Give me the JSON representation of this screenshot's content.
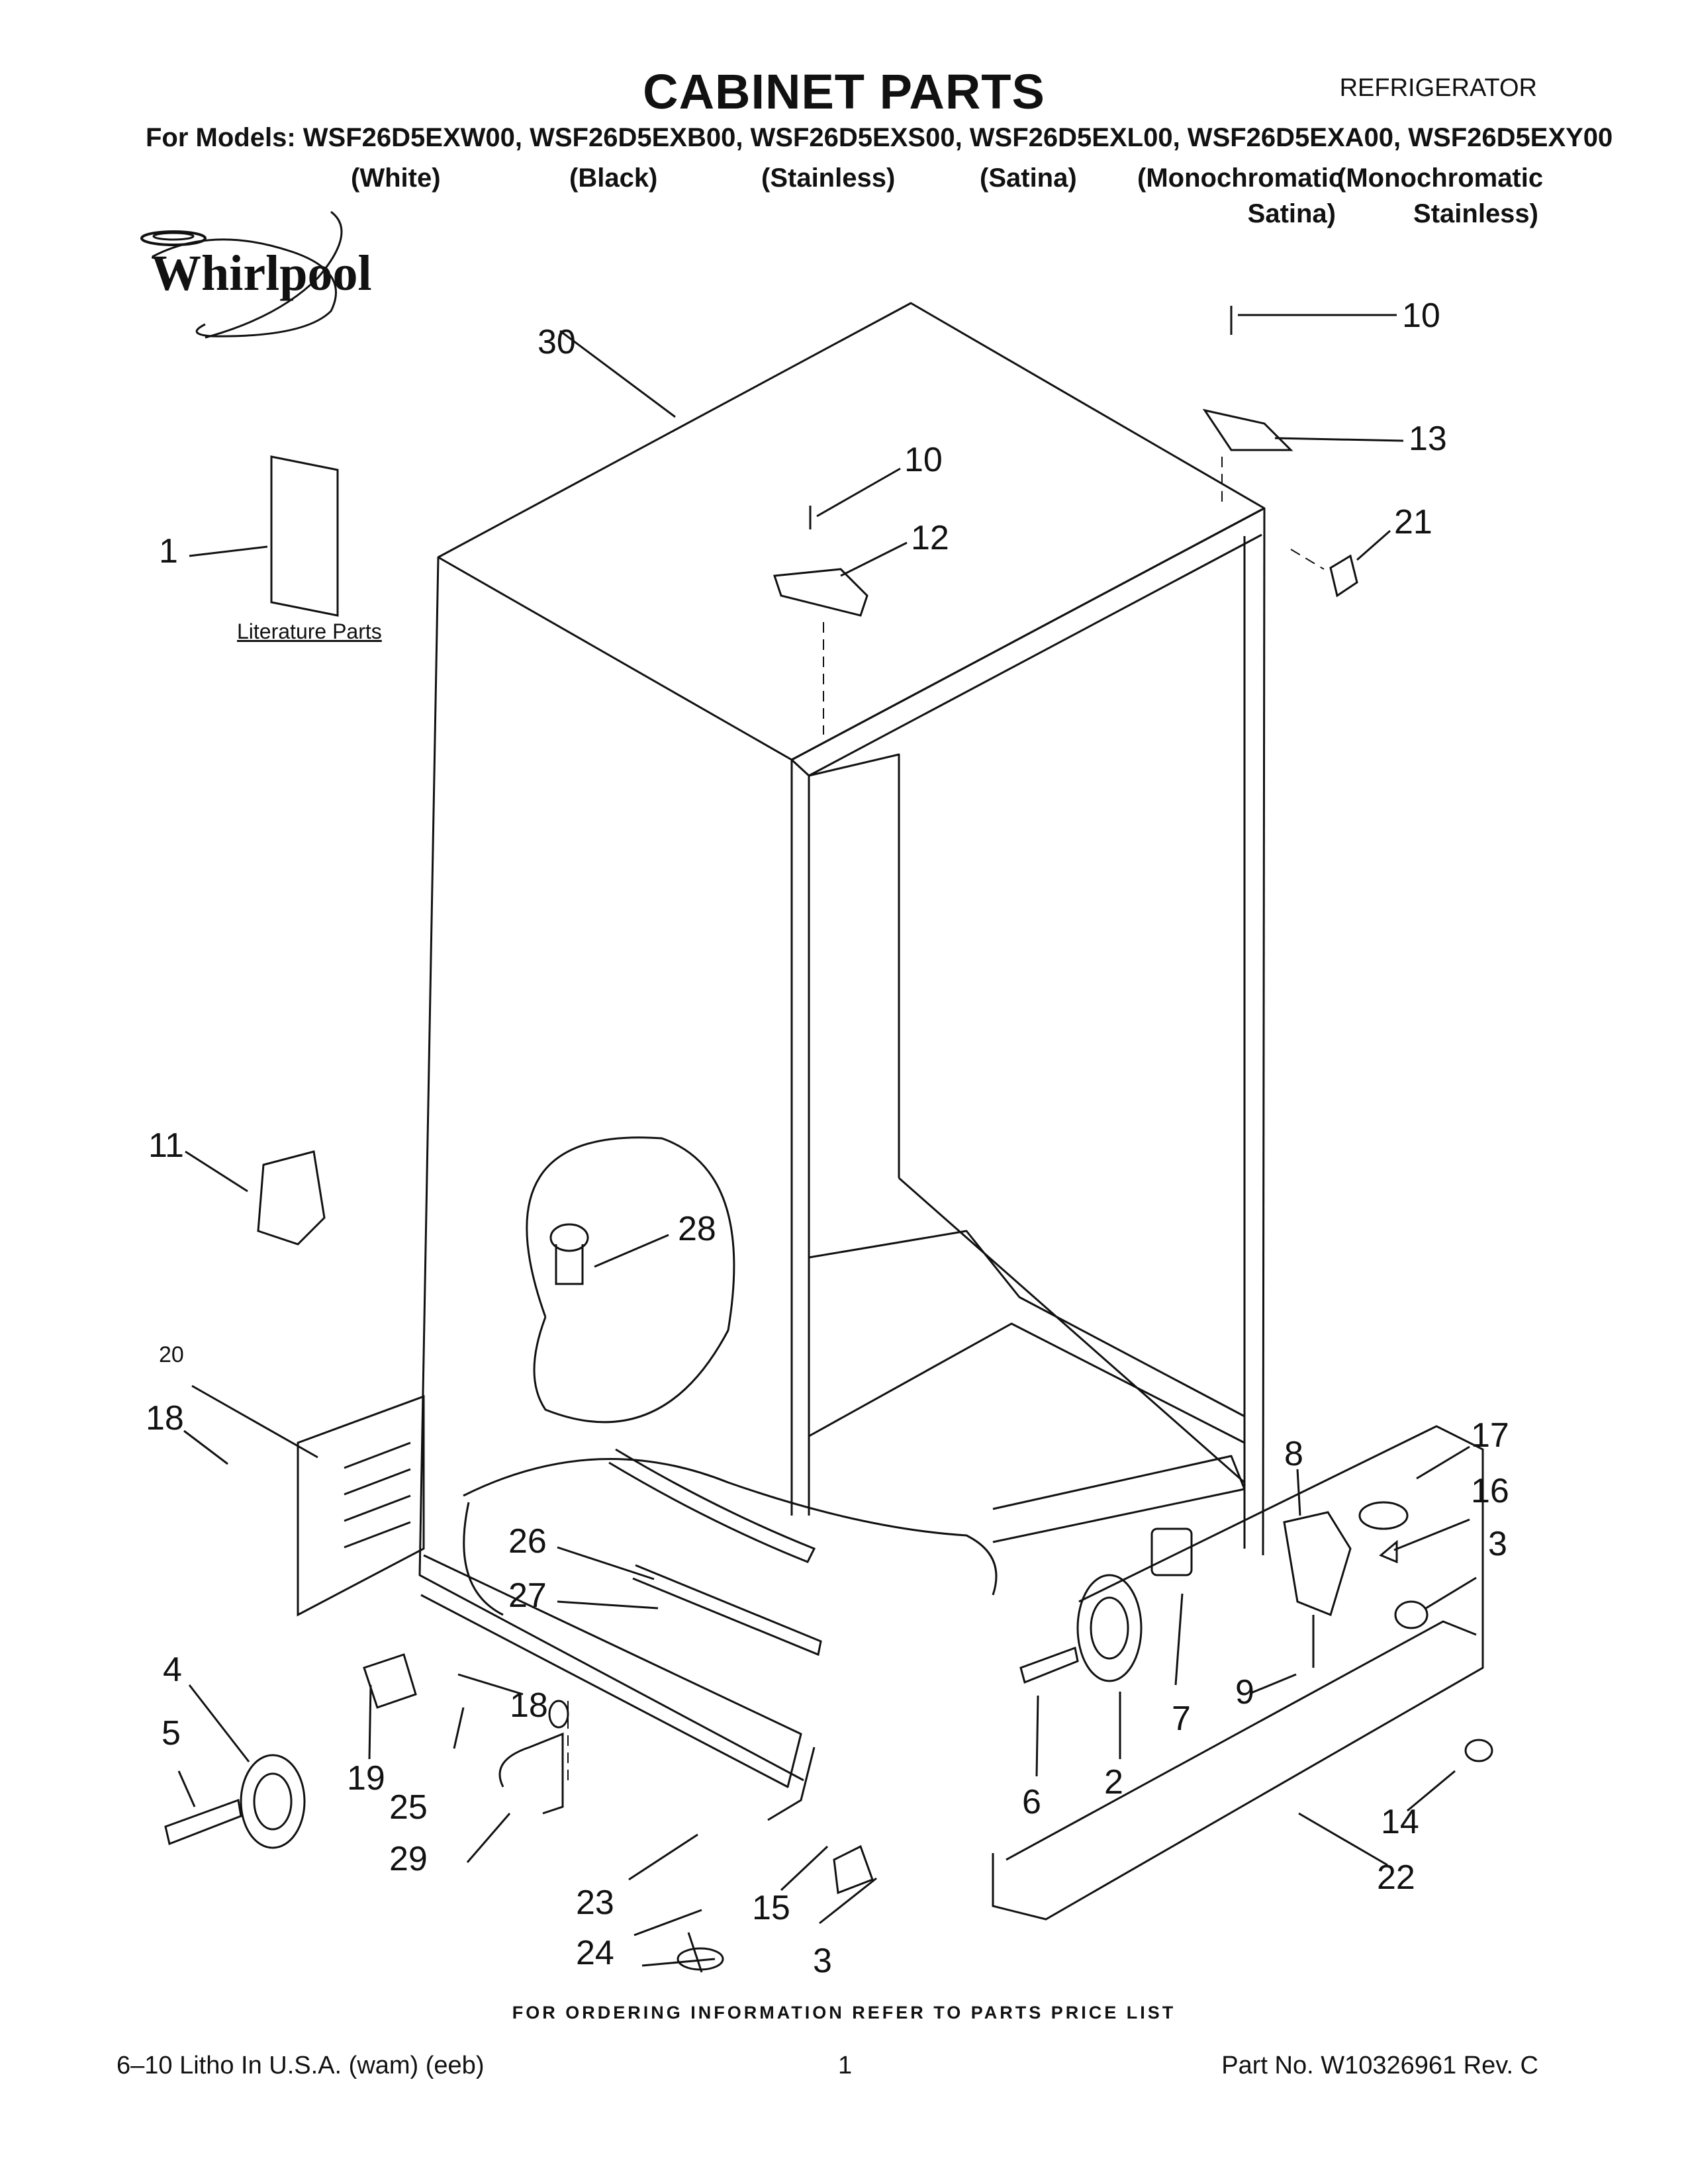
{
  "header": {
    "title": "CABINET PARTS",
    "category": "REFRIGERATOR",
    "models_line": "For Models: WSF26D5EXW00, WSF26D5EXB00, WSF26D5EXS00, WSF26D5EXL00, WSF26D5EXA00, WSF26D5EXY00",
    "variants": [
      {
        "line1": "(White)",
        "line2": ""
      },
      {
        "line1": "(Black)",
        "line2": ""
      },
      {
        "line1": "(Stainless)",
        "line2": ""
      },
      {
        "line1": "(Satina)",
        "line2": ""
      },
      {
        "line1": "(Monochromatic",
        "line2": "Satina)"
      },
      {
        "line1": "(Monochromatic",
        "line2": "Stainless)"
      }
    ]
  },
  "brand": {
    "logo_text": "Whirlpool"
  },
  "diagram": {
    "literature_label": "Literature Parts",
    "callouts": {
      "c1": "1",
      "c2": "2",
      "c3a": "3",
      "c3b": "3",
      "c4": "4",
      "c5": "5",
      "c6": "6",
      "c7": "7",
      "c8": "8",
      "c9": "9",
      "c10a": "10",
      "c10b": "10",
      "c11": "11",
      "c12": "12",
      "c13": "13",
      "c14": "14",
      "c15": "15",
      "c16": "16",
      "c17": "17",
      "c18a": "18",
      "c18b": "18",
      "c19": "19",
      "c20": "20",
      "c21": "21",
      "c22": "22",
      "c23": "23",
      "c24": "24",
      "c25": "25",
      "c26": "26",
      "c27": "27",
      "c28": "28",
      "c29": "29",
      "c30": "30"
    }
  },
  "footer": {
    "ordering_note": "FOR ORDERING INFORMATION REFER TO PARTS PRICE LIST",
    "litho": "6–10 Litho In U.S.A. (wam) (eeb)",
    "page": "1",
    "part_no": "Part No. W10326961 Rev. C"
  }
}
